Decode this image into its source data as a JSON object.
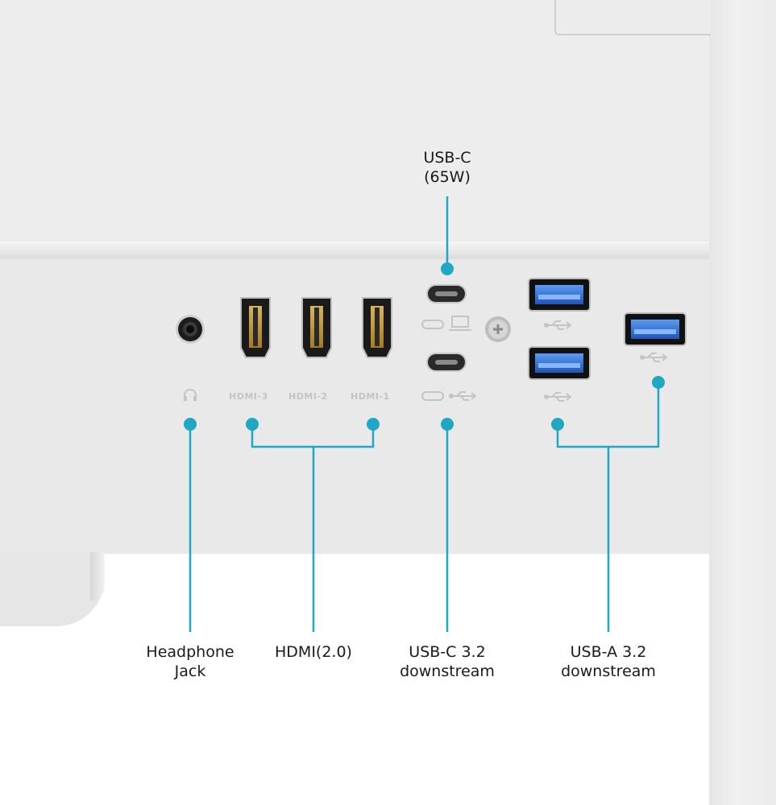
{
  "callouts": {
    "usb_c_65w": {
      "line1": "USB-C",
      "line2": "(65W)"
    },
    "headphone": {
      "line1": "Headphone",
      "line2": "Jack"
    },
    "hdmi": {
      "line1": "HDMI(2.0)"
    },
    "usb_c_down": {
      "line1": "USB-C 3.2",
      "line2": "downstream"
    },
    "usb_a_down": {
      "line1": "USB-A 3.2",
      "line2": "downstream"
    }
  },
  "port_labels": {
    "hdmi3": "HDMI-3",
    "hdmi2": "HDMI-2",
    "hdmi1": "HDMI-1"
  },
  "colors": {
    "accent": "#1fa7c4",
    "usb3_blue": "#2f6fd6"
  },
  "icons": [
    "headphone-icon",
    "laptop-icon",
    "usb-icon",
    "thunderbolt-oval-icon",
    "screw-icon"
  ]
}
